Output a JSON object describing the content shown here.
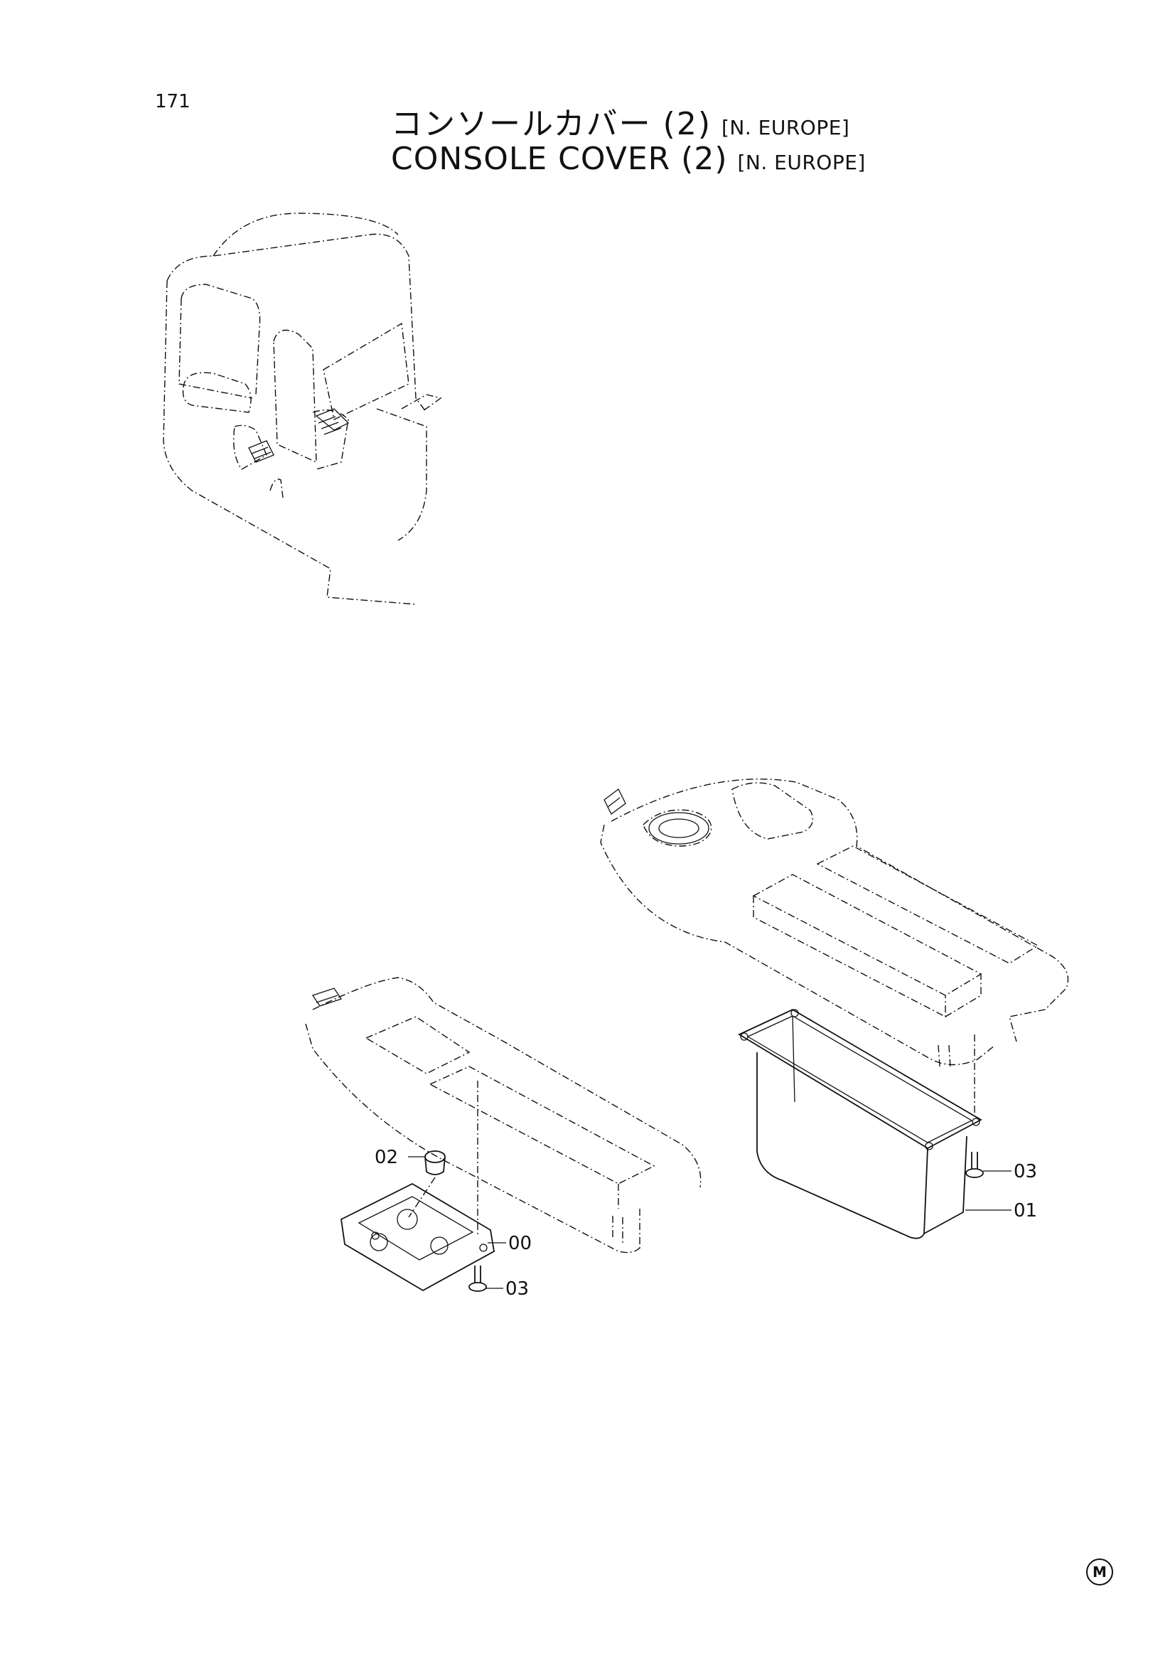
{
  "page_number": "171",
  "title": {
    "japanese": "コンソールカバー (2)",
    "english": "CONSOLE COVER (2)",
    "region": "[N. EUROPE]"
  },
  "callouts": {
    "part_02": "02",
    "part_00": "00",
    "part_03_left": "03",
    "part_03_right": "03",
    "part_01": "01"
  },
  "corner_mark": "M"
}
